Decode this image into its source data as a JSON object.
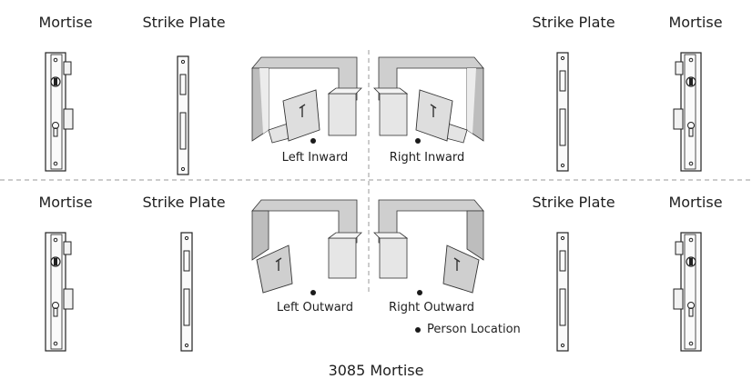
{
  "labels": {
    "mortise": "Mortise",
    "strike_plate": "Strike Plate",
    "left_inward": "Left Inward",
    "right_inward": "Right Inward",
    "left_outward": "Left Outward",
    "right_outward": "Right Outward"
  },
  "legend": {
    "person_location": "Person Location"
  },
  "caption": "3085 Mortise"
}
